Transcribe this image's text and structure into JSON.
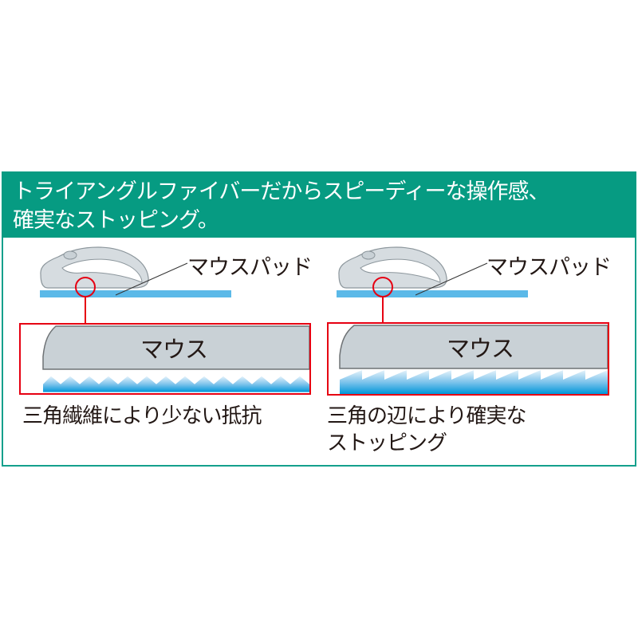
{
  "header": {
    "line1": "トライアングルファイバーだからスピーディーな操作感、",
    "line2": "確実なストッピング。"
  },
  "colors": {
    "header_bg": "#069b82",
    "frame_border": "#14a08c",
    "highlight_red": "#e60012",
    "mousepad_blue": "#5bb9e8",
    "mouse_gray": "#c9d1d6"
  },
  "panels": [
    {
      "pad_label": "マウスパッド",
      "mouse_label": "マウス",
      "fiber_shape": "symmetric-triangle",
      "caption_line1": "三角繊維により少ない抵抗",
      "caption_line2": ""
    },
    {
      "pad_label": "マウスパッド",
      "mouse_label": "マウス",
      "fiber_shape": "sawtooth-triangle",
      "caption_line1": "三角の辺により確実な",
      "caption_line2": "ストッピング"
    }
  ]
}
